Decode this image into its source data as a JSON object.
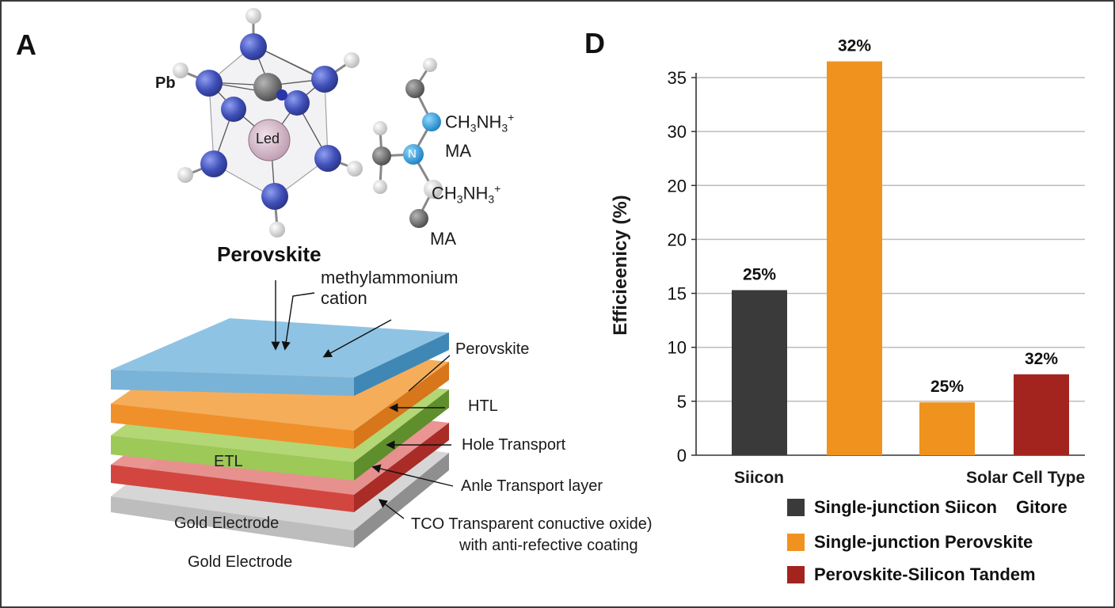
{
  "panel_a": {
    "letter": "A",
    "molecule": {
      "pb_label": "Pb",
      "center_label": "Led",
      "n_label": "N",
      "cation_lines": [
        {
          "base": "CH",
          "sub1": "3",
          "mid": "NH",
          "sub2": "3",
          "sup": "+"
        },
        {
          "base": "CH",
          "sub1": "3",
          "mid": "NH",
          "sub2": "3",
          "sup": "+"
        }
      ],
      "ma_labels": [
        "MA",
        "MA"
      ],
      "title": "Perovskite"
    },
    "stack": {
      "cation_label_line1": "methylammonium",
      "cation_label_line2": "cation",
      "layer_labels": {
        "perovskite": "Perovskite",
        "htl": "HTL",
        "hole_transport": "Hole Transport",
        "anle": "Anle Transport layer",
        "tco_line1": "TCO Transparent conuctive oxide)",
        "tco_line2": "with anti-refective coating",
        "etl_on_layer": "ETL",
        "gold_on_layer": "Gold Electrode",
        "gold_below": "Gold Electrode"
      },
      "colors": {
        "perovskite": "#8fc3e3",
        "htl": "#f0902a",
        "etl": "#9ec95a",
        "red": "#d9504c",
        "gray": "#c8c8c8"
      }
    }
  },
  "panel_d": {
    "letter": "D",
    "legend": [
      {
        "label": "Single-junction Siicon",
        "extra": "Gitore",
        "color": "#3a3a3a"
      },
      {
        "label": "Single-junction Perovskite",
        "extra": "",
        "color": "#f0921e"
      },
      {
        "label": "Perovskite-Silicon Tandem",
        "extra": "",
        "color": "#a3241f"
      }
    ]
  },
  "chart_data": {
    "type": "bar",
    "ylabel": "Efficieenicy (%)",
    "xlabel": "Solar Cell Type",
    "ylim": [
      0,
      35
    ],
    "ytick_labels": [
      "0",
      "5",
      "10",
      "15",
      "20",
      "20",
      "30",
      "35"
    ],
    "ytick_values": [
      0,
      5,
      10,
      15,
      20,
      25,
      30,
      35
    ],
    "grid": true,
    "categories": [
      "Siicon",
      "",
      "",
      ""
    ],
    "values": [
      15.3,
      36.5,
      4.9,
      7.5
    ],
    "bar_labels": [
      "25%",
      "32%",
      "25%",
      "32%"
    ],
    "bar_colors": [
      "#3a3a3a",
      "#f0921e",
      "#f0921e",
      "#a3241f"
    ]
  }
}
